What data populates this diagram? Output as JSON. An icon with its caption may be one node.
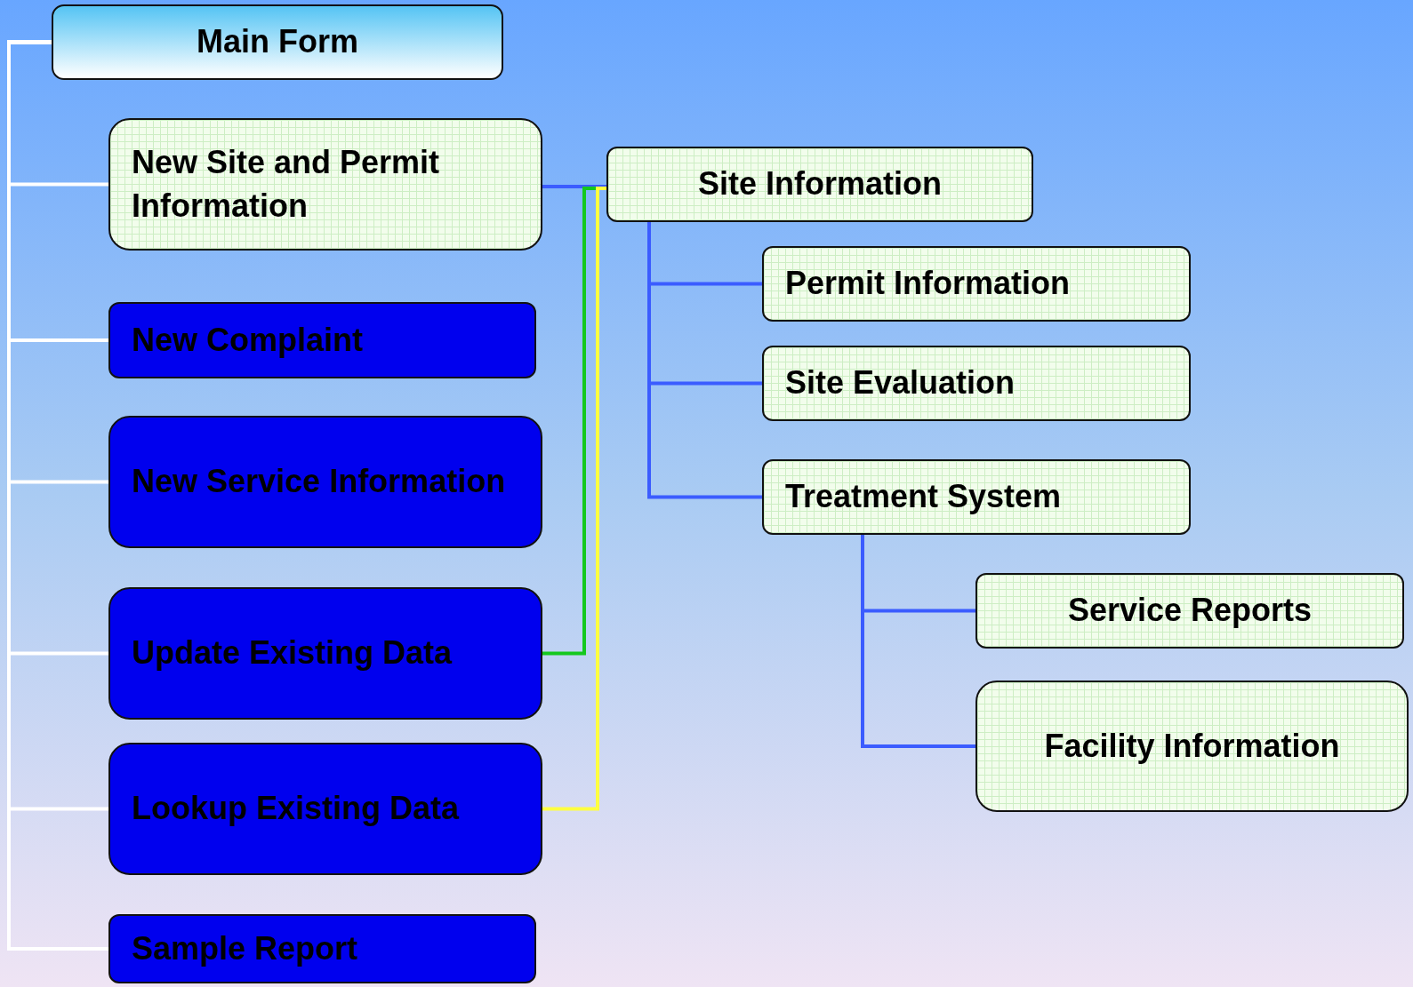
{
  "diagram": {
    "nodes": [
      {
        "text": [
          "Main Form"
        ]
      },
      {
        "text": [
          "New Site and Permit Information"
        ]
      },
      {
        "text": [
          "New Complaint"
        ]
      },
      {
        "text": [
          "New Service Information"
        ]
      },
      {
        "text": [
          "Update Existing Data"
        ]
      },
      {
        "text": [
          "Lookup Existing Data"
        ]
      },
      {
        "text": [
          "Sample Report"
        ]
      },
      {
        "text": [
          "Site Information"
        ]
      },
      {
        "text": [
          "Permit Information"
        ]
      },
      {
        "text": [
          "Site Evaluation"
        ]
      },
      {
        "text": [
          "Treatment System"
        ]
      },
      {
        "text": [
          "Service Reports"
        ]
      },
      {
        "text": [
          "Facility Information"
        ]
      }
    ],
    "edges": [
      {
        "from": 0,
        "to": 1,
        "arrow": "none",
        "color": "#ffffff"
      },
      {
        "from": 0,
        "to": 2,
        "arrow": "none",
        "color": "#ffffff"
      },
      {
        "from": 0,
        "to": 3,
        "arrow": "none",
        "color": "#ffffff"
      },
      {
        "from": 0,
        "to": 4,
        "arrow": "none",
        "color": "#ffffff"
      },
      {
        "from": 0,
        "to": 5,
        "arrow": "none",
        "color": "#ffffff"
      },
      {
        "from": 0,
        "to": 6,
        "arrow": "none",
        "color": "#ffffff"
      },
      {
        "from": 1,
        "to": 7,
        "arrow": "none",
        "color": "#3b5cff"
      },
      {
        "from": 7,
        "to": 8,
        "arrow": "none",
        "color": "#3b5cff"
      },
      {
        "from": 7,
        "to": 9,
        "arrow": "none",
        "color": "#3b5cff"
      },
      {
        "from": 7,
        "to": 10,
        "arrow": "none",
        "color": "#3b5cff"
      },
      {
        "from": 10,
        "to": 11,
        "arrow": "none",
        "color": "#3b5cff"
      },
      {
        "from": 10,
        "to": 12,
        "arrow": "none",
        "color": "#3b5cff"
      },
      {
        "from": 4,
        "to": 7,
        "arrow": "none",
        "color": "#14c81e"
      },
      {
        "from": 5,
        "to": 7,
        "arrow": "none",
        "color": "#ffff40"
      }
    ]
  }
}
